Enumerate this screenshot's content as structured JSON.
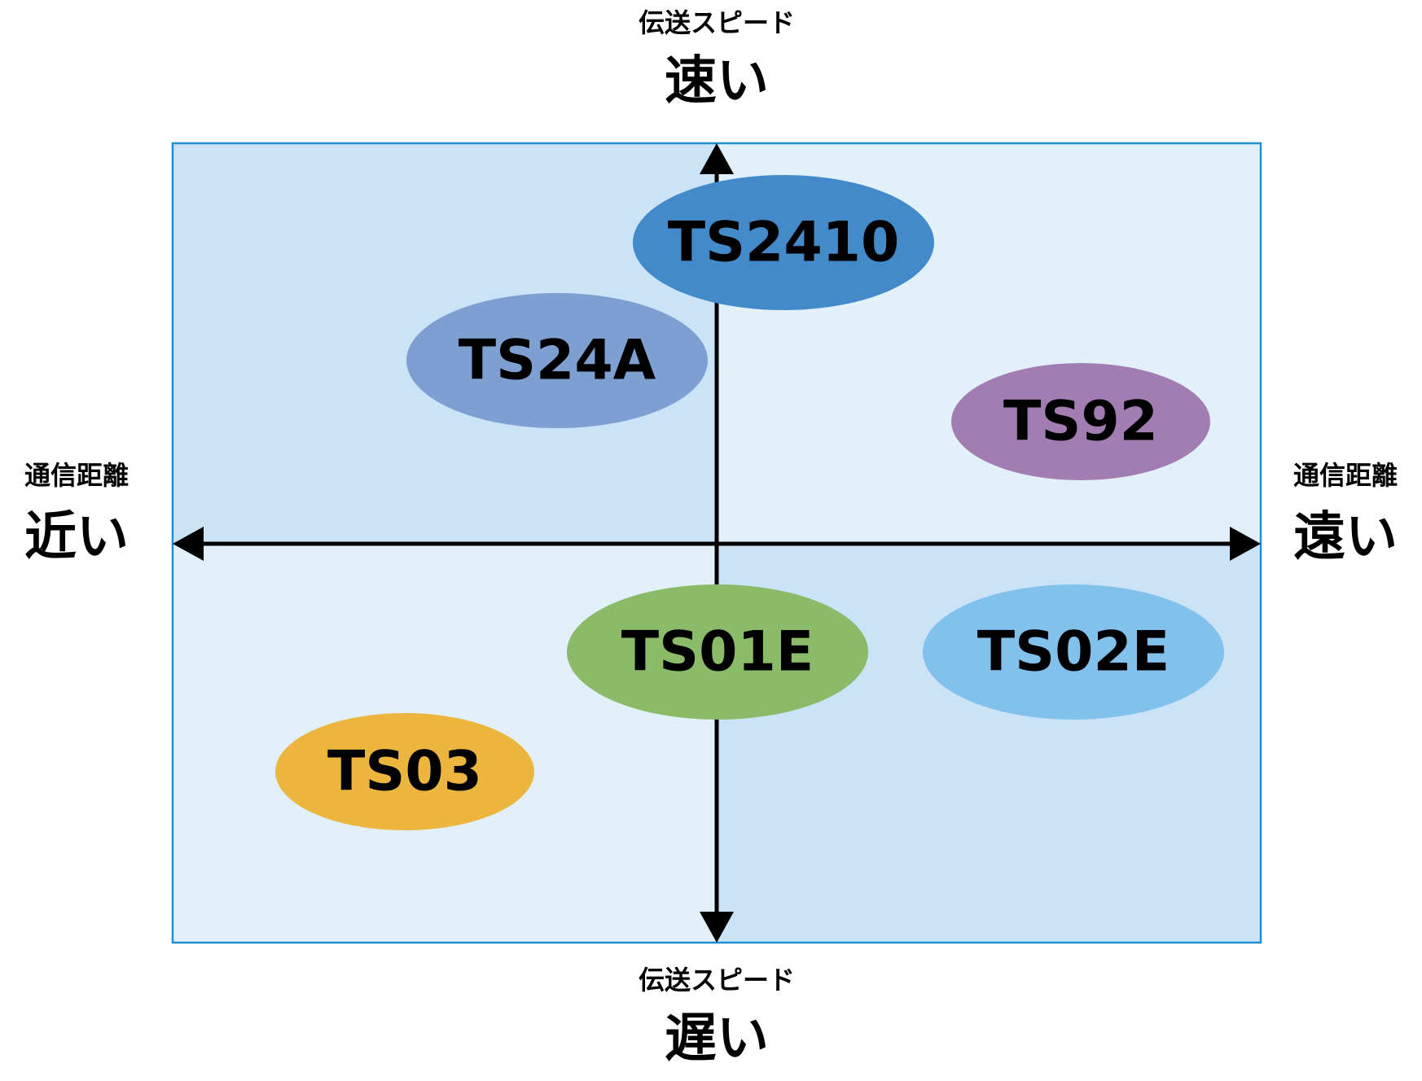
{
  "axes": {
    "top": {
      "caption": "伝送スピード",
      "value": "速い"
    },
    "bottom": {
      "caption": "伝送スピード",
      "value": "遅い"
    },
    "left": {
      "caption": "通信距離",
      "value": "近い"
    },
    "right": {
      "caption": "通信距離",
      "value": "遠い"
    }
  },
  "colors": {
    "frame_border": "#1f8fd6",
    "quadrant_dark": "#cae3f7",
    "quadrant_light": "#e2f0fa",
    "axis": "#000000"
  },
  "items": [
    {
      "label": "TS2410",
      "color": "#438acb"
    },
    {
      "label": "TS24A",
      "color": "#7e9fd2"
    },
    {
      "label": "TS92",
      "color": "#a27db1"
    },
    {
      "label": "TS01E",
      "color": "#8bba68"
    },
    {
      "label": "TS02E",
      "color": "#83c1ed"
    },
    {
      "label": "TS03",
      "color": "#ebb53e"
    }
  ]
}
